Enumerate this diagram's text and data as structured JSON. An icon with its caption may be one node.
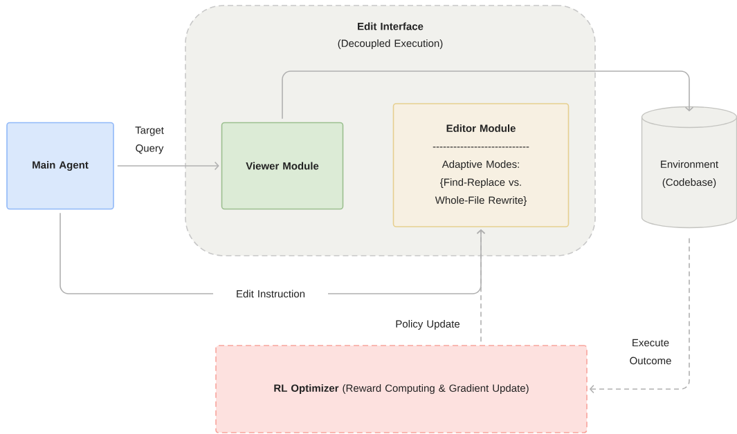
{
  "diagram": {
    "nodes": [
      {
        "text": [
          "Edit Interface",
          "(Decoupled Execution)"
        ]
      },
      {
        "text": [
          "Main Agent"
        ]
      },
      {
        "text": [
          "Viewer Module"
        ],
        "in": 0
      },
      {
        "text": [
          "Editor Module",
          "----------------------------",
          "Adaptive Modes: {Find-Replace vs. Whole-File Rewrite}"
        ],
        "in": 0
      },
      {
        "text": [
          "Environment (Codebase)"
        ]
      },
      {
        "text": [
          "**RL Optimizer** (Reward Computing & Gradient Update)"
        ]
      }
    ],
    "edges": [
      {
        "from": 1,
        "to": 2,
        "arrow": "to",
        "label": "Target Query"
      },
      {
        "from": 2,
        "to": 4,
        "arrow": "to"
      },
      {
        "from": 1,
        "to": 3,
        "arrow": "to",
        "label": "Edit Instruction"
      },
      {
        "from": 5,
        "to": 3,
        "arrow": "to",
        "style": "dashed",
        "label": "Policy Update"
      },
      {
        "from": 4,
        "to": 5,
        "arrow": "to",
        "style": "dashed",
        "label": "Execute Outcome"
      }
    ]
  }
}
